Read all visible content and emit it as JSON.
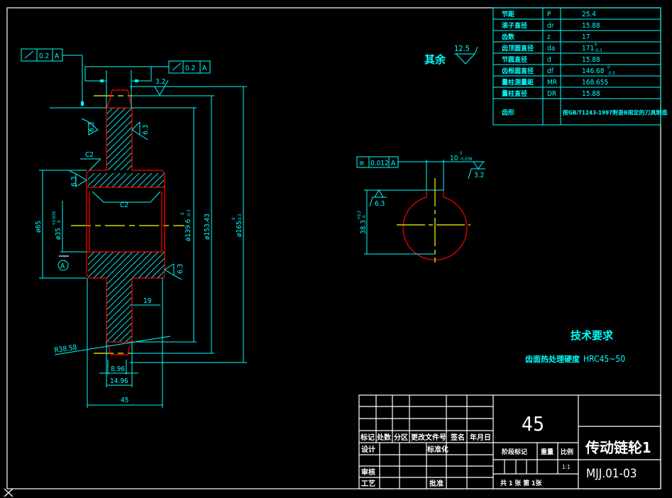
{
  "drawing": {
    "title": "传动链轮1",
    "drawing_number": "MJJ.01-03",
    "material": "45",
    "scale": "1:1",
    "sheet_info": "共 1 张 第 1张",
    "colors": {
      "background": "#000000",
      "dimension": "#00ffff",
      "outline": "#ff0000",
      "centerline": "#ffff00",
      "frame": "#ffffff"
    }
  },
  "param_table": {
    "rows": [
      {
        "name": "节距",
        "symbol": "P",
        "value": "25.4"
      },
      {
        "name": "滚子直径",
        "symbol": "dr",
        "value": "15.88"
      },
      {
        "name": "齿数",
        "symbol": "z",
        "value": "17"
      },
      {
        "name": "齿顶圆直径",
        "symbol": "da",
        "value": "171",
        "tol_up": "0",
        "tol_low": "-0.3"
      },
      {
        "name": "节圆直径",
        "symbol": "d",
        "value": "15.88"
      },
      {
        "name": "齿根圆直径",
        "symbol": "df",
        "value": "146.68",
        "tol_up": "0",
        "tol_low": "-0.3"
      },
      {
        "name": "量柱测量距",
        "symbol": "MR",
        "value": "168.655"
      },
      {
        "name": "量柱直径",
        "symbol": "DR",
        "value": "15.88"
      },
      {
        "name": "齿形",
        "symbol": "",
        "value": "按GB/T1243-1997附录B规定的刀具制造"
      }
    ]
  },
  "roughness_note": {
    "label": "其余",
    "value": "12.5"
  },
  "technical_requirements": {
    "title": "技术要求",
    "item": "齿面热处理硬度",
    "item_value": "HRC45~50"
  },
  "section_view": {
    "runout_1": {
      "symbol": "↗",
      "value": "0.2",
      "datum": "A"
    },
    "runout_2": {
      "symbol": "↗",
      "value": "0.2",
      "datum": "A"
    },
    "roughness_top": "3.2",
    "roughness_tooth_left": "6.3",
    "roughness_tooth_right": "6.3",
    "roughness_hub_left": "6.3",
    "roughness_hub_right": "6.3",
    "chamfer_outer": "C2",
    "chamfer_bore": "C2",
    "dim_hub_dia": "ø65",
    "dim_bore": "ø35",
    "dim_bore_tol": "+0.039",
    "dim_bore_tol_low": "0",
    "datum_label": "A",
    "dim_root": "ø139.6",
    "dim_root_tol_up": "0",
    "dim_root_tol_low": "-0.3",
    "dim_pitch": "ø153.43",
    "dim_tip": "ø165",
    "dim_tip_tol_up": "0",
    "dim_tip_tol_low": "-0.3",
    "dim_hub_offset": "19",
    "dim_radius": "R38.58",
    "dim_tooth_tip": "8.96",
    "dim_tooth_width": "14.96",
    "dim_total_width": "45"
  },
  "keyway_view": {
    "symmetry": {
      "symbol": "≡",
      "value": "0.012",
      "datum": "A"
    },
    "key_width": "10",
    "key_width_tol_up": "0",
    "key_width_tol_low": "-0.036",
    "roughness_key": "3.2",
    "roughness_depth": "6.3",
    "key_depth": "38.3",
    "key_depth_tol_up": "+0.2",
    "key_depth_tol_low": "0"
  },
  "title_block": {
    "headers": [
      "标记",
      "处数",
      "分区",
      "更改文件号",
      "签名",
      "年月日"
    ],
    "row_design": "设计",
    "row_standard": "标准化",
    "row_check": "审核",
    "row_process": "工艺",
    "row_approve": "批准",
    "stage_label": "阶段标记",
    "weight_label": "重量",
    "scale_label": "比例"
  }
}
